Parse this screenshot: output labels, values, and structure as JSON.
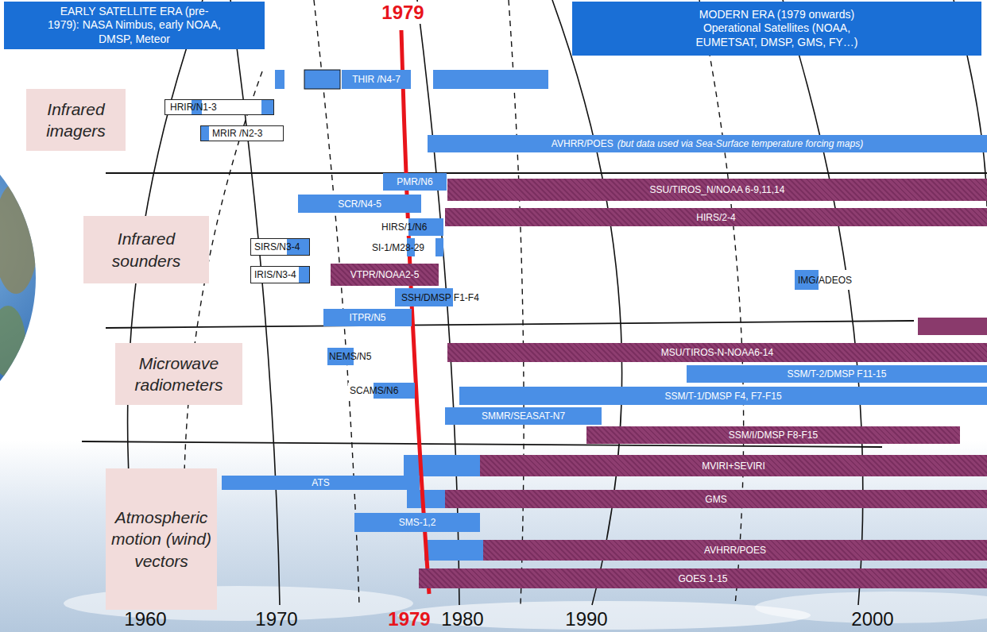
{
  "diagram": {
    "nodes": [
      {
        "text": [
          "EARLY SATELLITE ERA (pre-1979): NASA Nimbus, early NOAA, DMSP, Meteor"
        ]
      },
      {
        "text": [
          "MODERN ERA (1979 onwards) Operational Satellites (NOAA, EUMETSAT, DMSP, GMS, FY…)"
        ]
      },
      {
        "text": [
          "Infrared imagers"
        ]
      },
      {
        "text": [
          "THIR /N4-7"
        ]
      },
      {
        "text": [
          "HRIR/N1-3"
        ]
      },
      {
        "text": [
          "MRIR /N2-3"
        ]
      },
      {
        "text": [
          "AVHRR/POES",
          "(but data used via Sea-Surface temperature forcing maps)"
        ]
      },
      {
        "text": [
          "Infrared sounders"
        ]
      },
      {
        "text": [
          "PMR/N6"
        ]
      },
      {
        "text": [
          "SSU/TIROS_N/NOAA 6-9,11,14"
        ]
      },
      {
        "text": [
          "SCR/N4-5"
        ]
      },
      {
        "text": [
          "HIRS/2-4"
        ]
      },
      {
        "text": [
          "HIRS/1/N6"
        ]
      },
      {
        "text": [
          "SIRS/N3-4"
        ]
      },
      {
        "text": [
          "SI-1/M28-29"
        ]
      },
      {
        "text": [
          "IRIS/N3-4"
        ]
      },
      {
        "text": [
          "VTPR/NOAA2-5"
        ]
      },
      {
        "text": [
          "IMG/ADEOS"
        ]
      },
      {
        "text": [
          "SSH/DMSP F1-F4"
        ]
      },
      {
        "text": [
          "ITPR/N5"
        ]
      },
      {
        "text": [
          "Microwave radiometers"
        ]
      },
      {
        "text": [
          "NEMS/N5"
        ]
      },
      {
        "text": [
          "MSU/TIROS-N-NOAA6-14"
        ]
      },
      {
        "text": [
          "SSM/T-2/DMSP F11-15"
        ]
      },
      {
        "text": [
          "SCAMS/N6"
        ]
      },
      {
        "text": [
          "SSM/T-1/DMSP F4, F7-F15"
        ]
      },
      {
        "text": [
          "SMMR/SEASAT-N7"
        ]
      },
      {
        "text": [
          "SSM/I/DMSP F8-F15"
        ]
      },
      {
        "text": [
          "Atmospheric motion (wind) vectors"
        ]
      },
      {
        "text": [
          "MVIRI+SEVIRI"
        ]
      },
      {
        "text": [
          "ATS"
        ]
      },
      {
        "text": [
          "GMS"
        ]
      },
      {
        "text": [
          "SMS-1,2"
        ]
      },
      {
        "text": [
          "AVHRR/POES"
        ]
      },
      {
        "text": [
          "GOES 1-15"
        ]
      }
    ],
    "labels": [
      "1979",
      "1979",
      "1960",
      "1970",
      "1980",
      "1990",
      "2000"
    ]
  }
}
